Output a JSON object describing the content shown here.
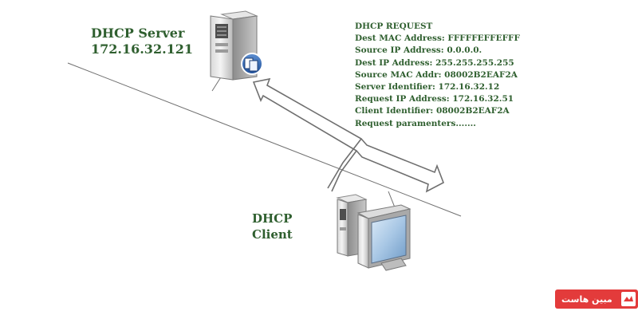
{
  "diagram": {
    "server": {
      "name": "DHCP Server",
      "ip": "172.16.32.121"
    },
    "client": {
      "line1": "DHCP",
      "line2": "Client"
    },
    "packet": {
      "lines": [
        "DHCP REQUEST",
        "Dest MAC Address: FFFFFEFFEFFF",
        "Source IP Address: 0.0.0.0.",
        "Dest IP Address: 255.255.255.255",
        "Source MAC Addr: 08002B2EAF2A",
        "Server Identifier: 172.16.32.12",
        "Request IP Address: 172.16.32.51",
        "Client Identifier: 08002B2EAF2A",
        "Request paramenters......."
      ]
    }
  },
  "brand": {
    "logo_text": "مبین هاست"
  },
  "colors": {
    "label_text": "#2f5f2f",
    "brand_red": "#e33b3b",
    "line_gray": "#707070"
  }
}
